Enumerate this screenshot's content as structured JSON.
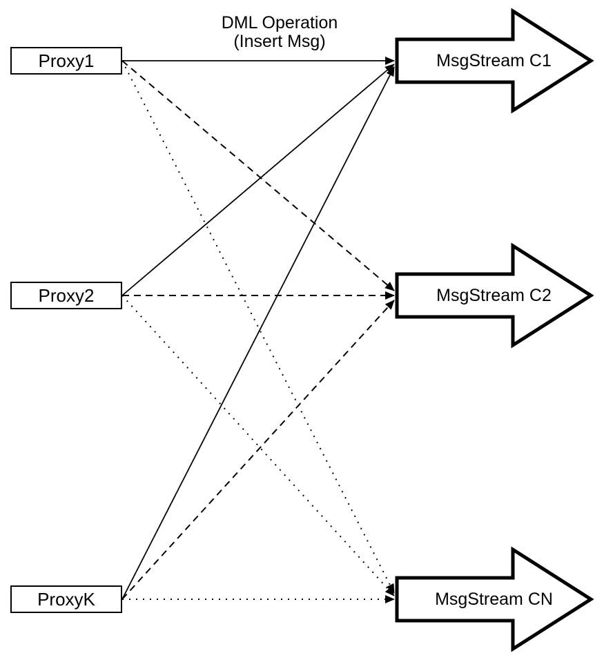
{
  "diagram": {
    "colors": {
      "background": "#ffffff",
      "stroke": "#000000",
      "shape_fill": "#ffffff"
    },
    "title": {
      "line1": "DML Operation",
      "line2": "(Insert Msg)"
    },
    "proxies": [
      {
        "id": "proxy1",
        "label": "Proxy1"
      },
      {
        "id": "proxy2",
        "label": "Proxy2"
      },
      {
        "id": "proxyk",
        "label": "ProxyK"
      }
    ],
    "streams": [
      {
        "id": "c1",
        "label": "MsgStream C1"
      },
      {
        "id": "c2",
        "label": "MsgStream C2"
      },
      {
        "id": "cn",
        "label": "MsgStream CN"
      }
    ],
    "edges": [
      {
        "from": "Proxy1",
        "to": "MsgStream C1",
        "style": "solid",
        "label": "DML Operation (Insert Msg)"
      },
      {
        "from": "Proxy2",
        "to": "MsgStream C1",
        "style": "solid",
        "label": ""
      },
      {
        "from": "ProxyK",
        "to": "MsgStream C1",
        "style": "solid",
        "label": ""
      },
      {
        "from": "Proxy1",
        "to": "MsgStream C2",
        "style": "dashed",
        "label": ""
      },
      {
        "from": "Proxy2",
        "to": "MsgStream C2",
        "style": "dashed",
        "label": ""
      },
      {
        "from": "ProxyK",
        "to": "MsgStream C2",
        "style": "dashed",
        "label": ""
      },
      {
        "from": "Proxy1",
        "to": "MsgStream CN",
        "style": "dotted",
        "label": ""
      },
      {
        "from": "Proxy2",
        "to": "MsgStream CN",
        "style": "dotted",
        "label": ""
      },
      {
        "from": "ProxyK",
        "to": "MsgStream CN",
        "style": "dotted",
        "label": ""
      }
    ]
  }
}
